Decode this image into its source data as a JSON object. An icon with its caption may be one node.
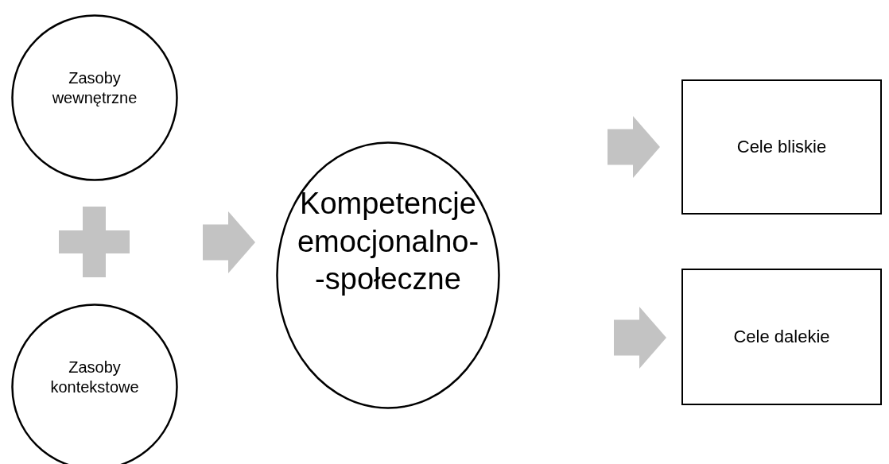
{
  "diagram": {
    "nodes": [
      {
        "text": [
          "Zasoby wewnętrzne"
        ]
      },
      {
        "text": [
          "Zasoby kontekstowe"
        ]
      },
      {
        "text": [
          "Kompetencje emocjonalno- -społeczne"
        ]
      },
      {
        "text": [
          "Cele bliskie"
        ]
      },
      {
        "text": [
          "Cele dalekie"
        ]
      }
    ],
    "edges": [
      {
        "from": null,
        "to": 2,
        "arrow": "to"
      },
      {
        "from": null,
        "to": 3,
        "arrow": "to"
      },
      {
        "from": null,
        "to": 4,
        "arrow": "to"
      }
    ]
  }
}
